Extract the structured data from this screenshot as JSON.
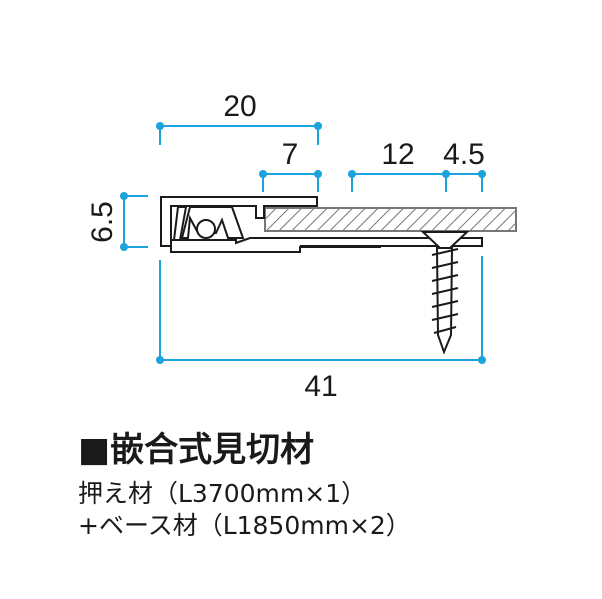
{
  "colors": {
    "dimension": "#1aa3dc",
    "outline": "#1a1a1a",
    "hatch": "#777777"
  },
  "dimensions": {
    "total_width": "41",
    "top_width": "20",
    "overlap": "7",
    "screw_offset": "12",
    "screw_edge": "4.5",
    "height": "6.5"
  },
  "caption": {
    "title": "■嵌合式見切材",
    "line1": "押え材（L3700mm×1）",
    "line2": "+ベース材（L1850mm×2）"
  }
}
